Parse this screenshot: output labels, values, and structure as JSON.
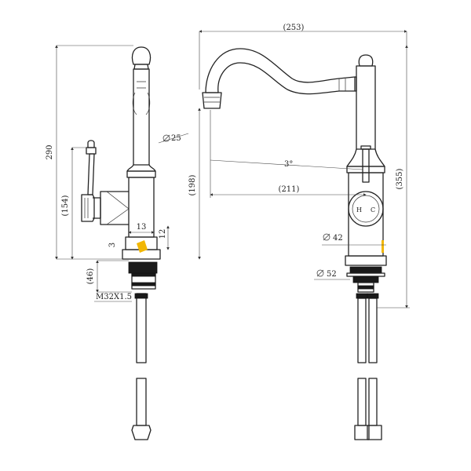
{
  "drawing": {
    "dimensions": {
      "height_total": "290",
      "handle_height": "(154)",
      "spout_dia": "25",
      "base_width": "13",
      "base_step": "12",
      "base_gap": "3",
      "shank_len": "(46)",
      "thread": "M32X1.5",
      "overall_width": "(253)",
      "spout_reach": "(211)",
      "spout_height": "(198)",
      "overall_height": "(355)",
      "angle": "3°",
      "body_dia": "42",
      "flange_dia": "52"
    },
    "handle_markings": {
      "hot": "H",
      "cold": "C"
    },
    "colors": {
      "accent": "#f2b705",
      "line": "#222222"
    }
  }
}
